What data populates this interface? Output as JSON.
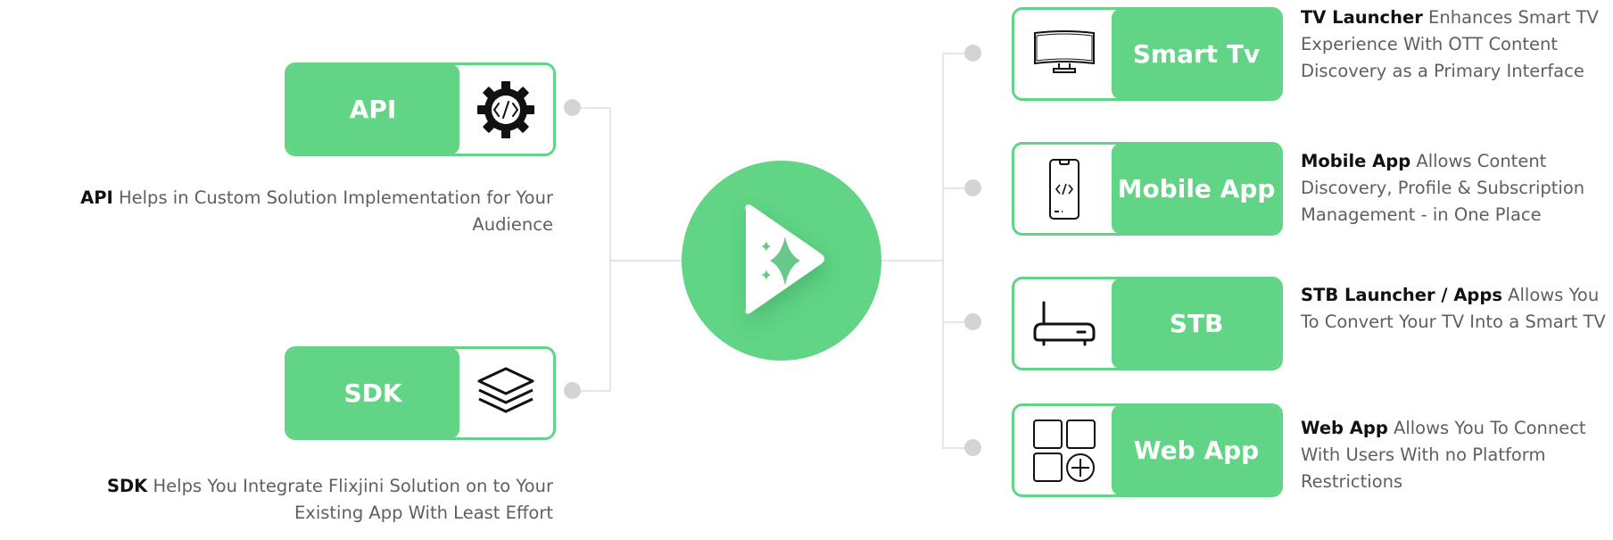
{
  "colors": {
    "accent": "#61d485",
    "connector": "#e6e6e6",
    "dot": "#d4d4d4",
    "text_muted": "#5f5f5f",
    "text_strong": "#111111"
  },
  "hub": {
    "icon": "play-sparkle-icon"
  },
  "left": [
    {
      "label": "API",
      "icon": "gear-code-icon",
      "desc_bold": "API",
      "desc_lines": [
        "Helps in Custom Solution Implementation for Your",
        "Audience"
      ]
    },
    {
      "label": "SDK",
      "icon": "layers-icon",
      "desc_bold": "SDK",
      "desc_lines": [
        "Helps You Integrate Flixjini Solution on to Your",
        "Existing App With Least Effort"
      ]
    }
  ],
  "right": [
    {
      "label": "Smart Tv",
      "icon": "tv-icon",
      "desc_bold": "TV Launcher",
      "desc_rest": "Enhances Smart TV Experience With OTT Content Discovery as a Primary Interface"
    },
    {
      "label": "Mobile App",
      "icon": "mobile-code-icon",
      "desc_bold": "Mobile App",
      "desc_rest": "Allows Content Discovery, Profile & Subscription Management - in One Place"
    },
    {
      "label": "STB",
      "icon": "set-top-box-icon",
      "desc_bold": "STB Launcher / Apps",
      "desc_rest": "Allows You To Convert Your TV Into a Smart TV"
    },
    {
      "label": "Web App",
      "icon": "apps-grid-icon",
      "desc_bold": "Web App",
      "desc_rest": "Allows You To Connect With Users With no Platform Restrictions"
    }
  ]
}
